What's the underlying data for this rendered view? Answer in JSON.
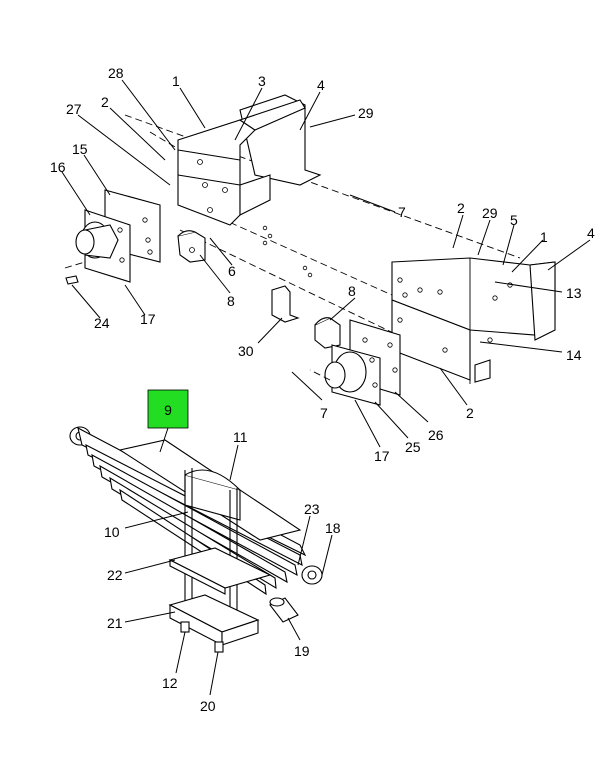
{
  "highlight": {
    "label": "9",
    "color": "#22dd22"
  },
  "callouts": {
    "c1a": "1",
    "c1b": "1",
    "c2a": "2",
    "c2b": "2",
    "c2c": "2",
    "c3": "3",
    "c4a": "4",
    "c4b": "4",
    "c5": "5",
    "c6": "6",
    "c7a": "7",
    "c7b": "7",
    "c8a": "8",
    "c8b": "8",
    "c10": "10",
    "c11": "11",
    "c12": "12",
    "c13": "13",
    "c14": "14",
    "c15": "15",
    "c16": "16",
    "c17a": "17",
    "c17b": "17",
    "c18": "18",
    "c19": "19",
    "c20": "20",
    "c21": "21",
    "c22": "22",
    "c23": "23",
    "c24": "24",
    "c25": "25",
    "c26": "26",
    "c27": "27",
    "c28": "28",
    "c29a": "29",
    "c29b": "29",
    "c30": "30"
  }
}
